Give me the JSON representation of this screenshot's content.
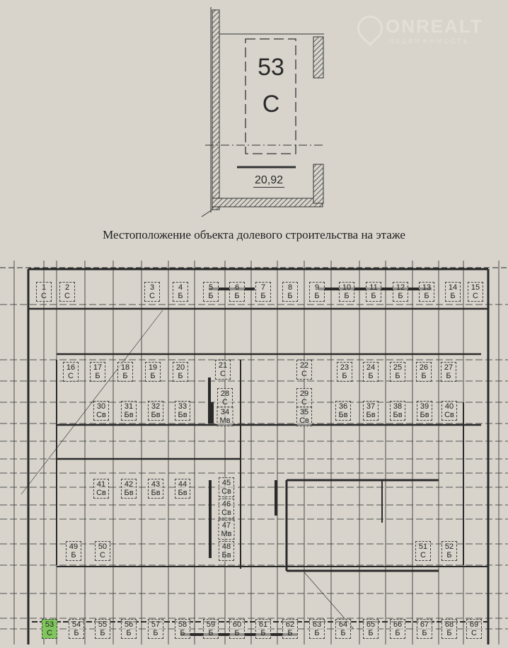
{
  "watermark": {
    "brand": "ONREALT",
    "subtitle": "НЕДВИЖИМОСТЬ"
  },
  "detail": {
    "unit_number": "53",
    "unit_type": "С",
    "area": "20,92"
  },
  "caption": "Местоположение объекта долевого строительства на этаже",
  "colors": {
    "highlight": "#7fc65c",
    "paper": "#d8d4cc"
  },
  "selected_unit": "53",
  "units": [
    {
      "n": "1",
      "t": "С"
    },
    {
      "n": "2",
      "t": "С"
    },
    {
      "n": "3",
      "t": "С"
    },
    {
      "n": "4",
      "t": "Б"
    },
    {
      "n": "5",
      "t": "Б"
    },
    {
      "n": "6",
      "t": "Б"
    },
    {
      "n": "7",
      "t": "Б"
    },
    {
      "n": "8",
      "t": "Б"
    },
    {
      "n": "9",
      "t": "Б"
    },
    {
      "n": "10",
      "t": "Б"
    },
    {
      "n": "11",
      "t": "Б"
    },
    {
      "n": "12",
      "t": "Б"
    },
    {
      "n": "13",
      "t": "Б"
    },
    {
      "n": "14",
      "t": "Б"
    },
    {
      "n": "15",
      "t": "С"
    },
    {
      "n": "16",
      "t": "С"
    },
    {
      "n": "17",
      "t": "Б"
    },
    {
      "n": "18",
      "t": "Б"
    },
    {
      "n": "19",
      "t": "Б"
    },
    {
      "n": "20",
      "t": "Б"
    },
    {
      "n": "21",
      "t": "С"
    },
    {
      "n": "22",
      "t": "С"
    },
    {
      "n": "23",
      "t": "Б"
    },
    {
      "n": "24",
      "t": "Б"
    },
    {
      "n": "25",
      "t": "Б"
    },
    {
      "n": "26",
      "t": "Б"
    },
    {
      "n": "27",
      "t": "Б"
    },
    {
      "n": "28",
      "t": "С"
    },
    {
      "n": "29",
      "t": "С"
    },
    {
      "n": "30",
      "t": "Св"
    },
    {
      "n": "31",
      "t": "Бв"
    },
    {
      "n": "32",
      "t": "Бв"
    },
    {
      "n": "33",
      "t": "Бв"
    },
    {
      "n": "34",
      "t": "Мв"
    },
    {
      "n": "35",
      "t": "Св"
    },
    {
      "n": "36",
      "t": "Бв"
    },
    {
      "n": "37",
      "t": "Бв"
    },
    {
      "n": "38",
      "t": "Бв"
    },
    {
      "n": "39",
      "t": "Бв"
    },
    {
      "n": "40",
      "t": "Св"
    },
    {
      "n": "41",
      "t": "Св"
    },
    {
      "n": "42",
      "t": "Бв"
    },
    {
      "n": "43",
      "t": "Бв"
    },
    {
      "n": "44",
      "t": "Бв"
    },
    {
      "n": "45",
      "t": "Св"
    },
    {
      "n": "46",
      "t": "Св"
    },
    {
      "n": "47",
      "t": "Мв"
    },
    {
      "n": "48",
      "t": "Бв"
    },
    {
      "n": "49",
      "t": "Б"
    },
    {
      "n": "50",
      "t": "С"
    },
    {
      "n": "51",
      "t": "С"
    },
    {
      "n": "52",
      "t": "Б"
    },
    {
      "n": "53",
      "t": "С"
    },
    {
      "n": "54",
      "t": "Б"
    },
    {
      "n": "55",
      "t": "Б"
    },
    {
      "n": "56",
      "t": "Б"
    },
    {
      "n": "57",
      "t": "Б"
    },
    {
      "n": "58",
      "t": "Б"
    },
    {
      "n": "59",
      "t": "Б"
    },
    {
      "n": "60",
      "t": "Б"
    },
    {
      "n": "61",
      "t": "Б"
    },
    {
      "n": "62",
      "t": "Б"
    },
    {
      "n": "63",
      "t": "Б"
    },
    {
      "n": "64",
      "t": "Б"
    },
    {
      "n": "65",
      "t": "Б"
    },
    {
      "n": "66",
      "t": "Б"
    },
    {
      "n": "67",
      "t": "Б"
    },
    {
      "n": "68",
      "t": "Б"
    },
    {
      "n": "69",
      "t": "С"
    }
  ]
}
